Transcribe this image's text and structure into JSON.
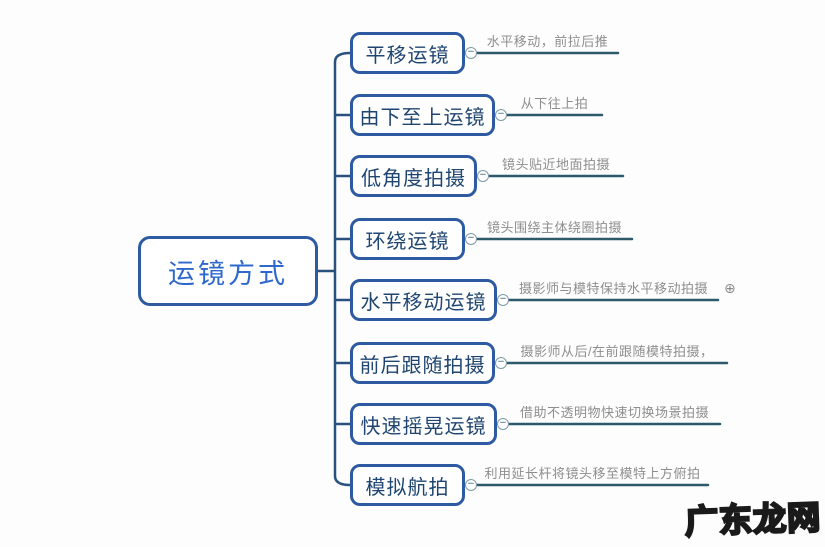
{
  "background": "#fdfdfd",
  "colors": {
    "node_border": "#2d5aa0",
    "node_text": "#1f4571",
    "center_text": "#2f68cc",
    "connector": "#28517e",
    "desc_line": "#2d5a6b",
    "desc_text": "#8e8e8e",
    "toggle_icon": "#7d9aa6"
  },
  "center": {
    "label": "运镜方式"
  },
  "branches": [
    {
      "label": "平移运镜",
      "desc": "水平移动，前拉后推",
      "has_expand": false
    },
    {
      "label": "由下至上运镜",
      "desc": "从下往上拍",
      "has_expand": false
    },
    {
      "label": "低角度拍摄",
      "desc": "镜头贴近地面拍摄",
      "has_expand": false
    },
    {
      "label": "环绕运镜",
      "desc": "镜头围绕主体绕圈拍摄",
      "has_expand": false
    },
    {
      "label": "水平移动运镜",
      "desc": "摄影师与模特保持水平移动拍摄",
      "has_expand": true
    },
    {
      "label": "前后跟随拍摄",
      "desc": "摄影师从后/在前跟随模特拍摄，",
      "has_expand": false
    },
    {
      "label": "快速摇晃运镜",
      "desc": "借助不透明物快速切换场景拍摄",
      "has_expand": false
    },
    {
      "label": "模拟航拍",
      "desc": "利用延长杆将镜头移至模特上方俯拍",
      "has_expand": false
    }
  ],
  "icons": {
    "collapse_glyph": "−",
    "expand_glyph": "⊕"
  },
  "watermark": {
    "text": "广东龙网"
  }
}
